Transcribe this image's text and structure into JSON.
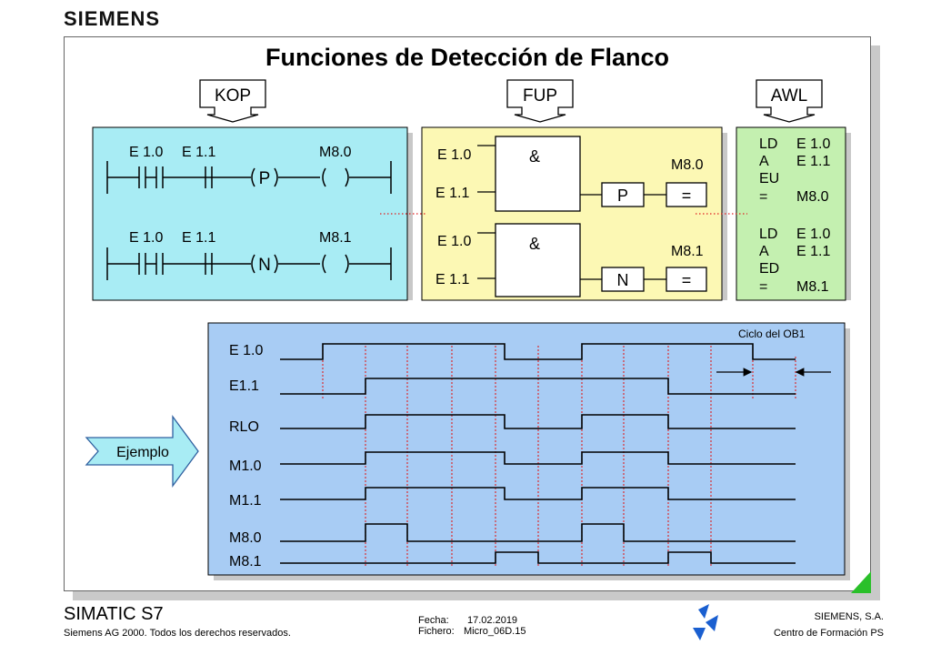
{
  "brand": "SIEMENS",
  "title": "Funciones de Detección de Flanco",
  "headers": {
    "kop": "KOP",
    "fup": "FUP",
    "awl": "AWL"
  },
  "kop": {
    "rung1": {
      "c1": "E 1.0",
      "c2": "E 1.1",
      "edge": "P",
      "coil": "M8.0"
    },
    "rung2": {
      "c1": "E 1.0",
      "c2": "E 1.1",
      "edge": "N",
      "coil": "M8.1"
    }
  },
  "fup": {
    "block1": {
      "in1": "E 1.0",
      "in2": "E 1.1",
      "op": "&",
      "edge": "P",
      "assign": "=",
      "out": "M8.0"
    },
    "block2": {
      "in1": "E 1.0",
      "in2": "E 1.1",
      "op": "&",
      "edge": "N",
      "assign": "=",
      "out": "M8.1"
    }
  },
  "awl": {
    "rows": [
      {
        "op": "LD",
        "arg": "E 1.0"
      },
      {
        "op": "A",
        "arg": "E 1.1"
      },
      {
        "op": "EU",
        "arg": ""
      },
      {
        "op": "=",
        "arg": "M8.0"
      },
      {
        "op": "LD",
        "arg": "E 1.0"
      },
      {
        "op": "A",
        "arg": "E 1.1"
      },
      {
        "op": "ED",
        "arg": ""
      },
      {
        "op": "=",
        "arg": "M8.1"
      }
    ]
  },
  "example": {
    "arrow_label": "Ejemplo",
    "cycle_label": "Ciclo del OB1",
    "signals": [
      {
        "name": "E 1.0",
        "high": [
          [
            355,
            555
          ],
          [
            640,
            828
          ]
        ]
      },
      {
        "name": "E1.1",
        "high": [
          [
            402,
            735
          ]
        ]
      },
      {
        "name": "RLO",
        "high": [
          [
            402,
            555
          ],
          [
            640,
            735
          ]
        ]
      },
      {
        "name": "M1.0",
        "high": [
          [
            402,
            555
          ],
          [
            640,
            735
          ]
        ]
      },
      {
        "name": "M1.1",
        "high": [
          [
            402,
            555
          ],
          [
            640,
            735
          ]
        ]
      },
      {
        "name": "M8.0",
        "high": [
          [
            402,
            448
          ],
          [
            640,
            686
          ]
        ]
      },
      {
        "name": "M8.1",
        "high": [
          [
            545,
            592
          ],
          [
            735,
            782
          ]
        ]
      }
    ]
  },
  "footer": {
    "product": "SIMATIC S7",
    "copyright": "Siemens AG 2000. Todos los derechos reservados.",
    "fecha_label": "Fecha:",
    "fecha_value": "17.02.2019",
    "fichero_label": "Fichero:",
    "fichero_value": "Micro_06D.15",
    "company": "SIEMENS, S.A.",
    "center": "Centro de Formación PS"
  },
  "colors": {
    "kop_bg": "#a8ecf4",
    "fup_bg": "#fcf8b4",
    "awl_bg": "#c4f0b0",
    "timing_bg": "#a8ccf4",
    "arrow_fill": "#a8ecf4",
    "guide": "#e02020",
    "corner": "#20c020"
  }
}
